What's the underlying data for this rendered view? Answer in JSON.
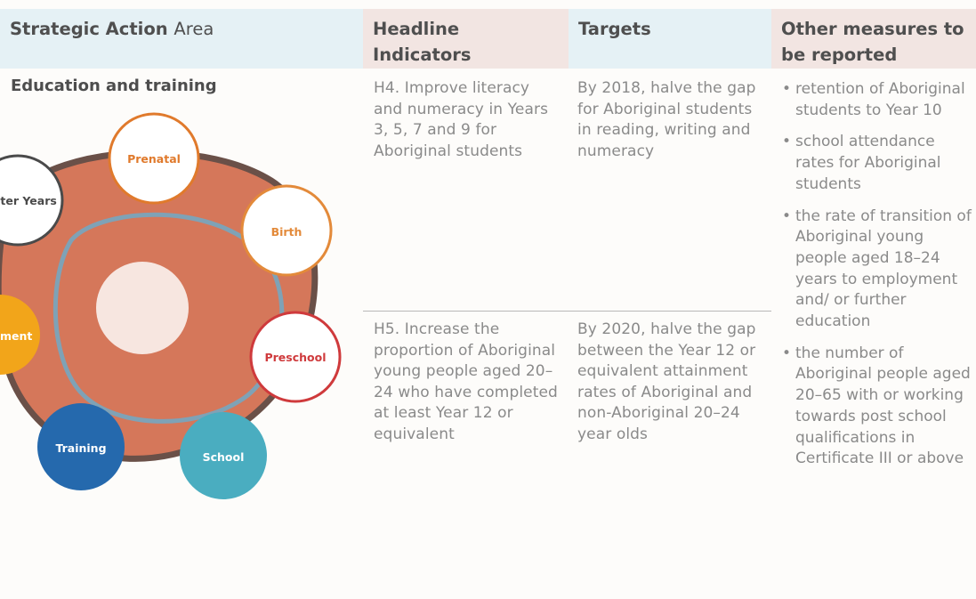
{
  "header": {
    "col1_bold": "Strategic Action",
    "col1_light": "Area",
    "col2": "Headline Indicators",
    "col3": "Targets",
    "col4": "Other measures to be reported"
  },
  "section": {
    "title": "Education and training"
  },
  "rows": [
    {
      "indicator": "H4. Improve literacy and numeracy in Years 3, 5, 7 and 9 for Aboriginal students",
      "target": "By 2018, halve the gap for Aboriginal students in reading, writing and numeracy"
    },
    {
      "indicator": "H5. Increase the proportion of Aboriginal young people aged 20–24 who have completed at least Year 12 or equivalent",
      "target": "By 2020, halve the gap between the Year 12 or equivalent attainment rates of Aboriginal and non-Aboriginal 20–24 year olds"
    }
  ],
  "measures": [
    "retention of Aboriginal students to Year 10",
    "school attendance rates for Aboriginal students",
    "the rate of transition of Aboriginal young people aged 18–24 years to employment and/ or further education",
    "the number of Aboriginal people aged 20–65 with or working towards post school qualifications in Certificate III or above"
  ],
  "bullet_char": "•",
  "diagram": {
    "stages": [
      "Prenatal",
      "Birth",
      "Preschool",
      "School",
      "Training",
      "ment",
      "ater Years"
    ],
    "colors": {
      "ring": "#d5775a",
      "ring_dark": "#6a5048",
      "inner_line": "#7fa2b6",
      "center": "#f7e6e0",
      "prenatal": "#e07a2c",
      "birth": "#e38a3a",
      "preschool": "#cf3a3c",
      "school": "#4aadc0",
      "training": "#2569ad",
      "employment": "#f2a51a",
      "later_years": "#4a4a4a"
    }
  }
}
